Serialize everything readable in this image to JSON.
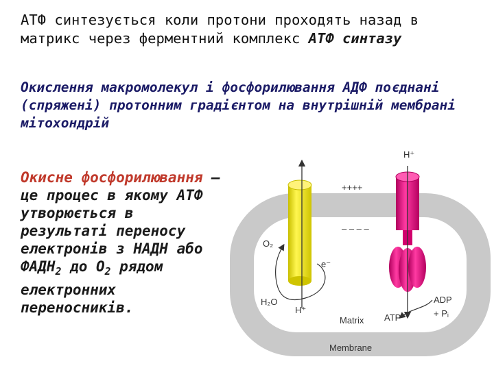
{
  "slide": {
    "paragraph1": {
      "text": "АТФ синтезується коли протони проходять назад в матрикс через ферментний комплекс ",
      "highlight": "АТФ синтазу"
    },
    "paragraph2": "Окислення макромолекул і фосфорилювання АДФ поєднані (спряжені) протонним градієнтом на внутрішній мембрані мітохондрій",
    "paragraph3": {
      "term": "Окисне фосфорилювання",
      "dash": " – ",
      "def_a": "це процес в якому АТФ утворюється в результаті переносу електронів з НАДН або ФАДН",
      "sub1": "2",
      "def_b": " до О",
      "sub2": "2",
      "def_c": " рядом електронних переносників."
    }
  },
  "diagram": {
    "labels": {
      "h_top": "H⁺",
      "plus_signs": "++++",
      "minus_signs": "– – – –",
      "o2": "O₂",
      "e_minus": "e⁻",
      "h2o": "H₂O",
      "h_plus": "H⁺",
      "matrix": "Matrix",
      "atp": "ATP",
      "adp": "ADP",
      "pi": "+ Pᵢ",
      "membrane": "Membrane"
    },
    "colors": {
      "membrane": "#c9c9c9",
      "electron_transport_complex": "#f2e600",
      "atp_synthase": "#e0007a"
    }
  }
}
